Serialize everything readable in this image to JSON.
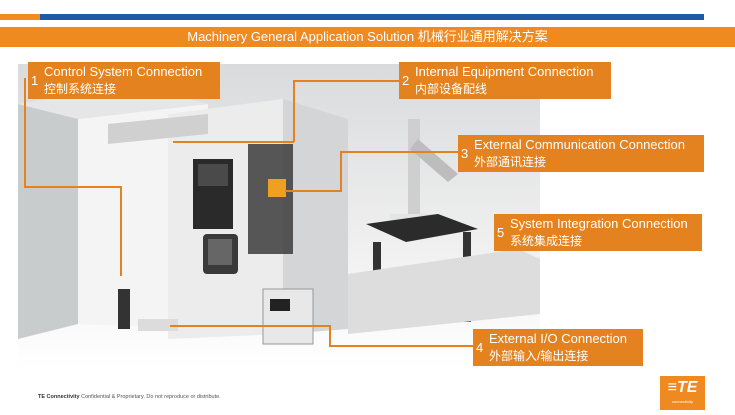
{
  "header": {
    "title": "Machinery General Application Solution 机械行业通用解决方案"
  },
  "callouts": [
    {
      "num": "1",
      "en": "Control System Connection",
      "cn": "控制系统连接"
    },
    {
      "num": "2",
      "en": "Internal Equipment Connection",
      "cn": "内部设备配线"
    },
    {
      "num": "3",
      "en": "External Communication Connection",
      "cn": "外部通讯连接"
    },
    {
      "num": "5",
      "en": "System Integration Connection",
      "cn": "系统集成连接"
    },
    {
      "num": "4",
      "en": "External I/O Connection",
      "cn": "外部输入/输出连接"
    }
  ],
  "footer": {
    "brand": "TE Connectivity",
    "notice": "Confidential & Proprietary. Do not reproduce or distribute."
  },
  "logo": {
    "mark": "≡TE",
    "sub": "connectivity"
  },
  "colors": {
    "accent_orange": "#ef8a21",
    "brand_blue": "#1f5aa6"
  }
}
